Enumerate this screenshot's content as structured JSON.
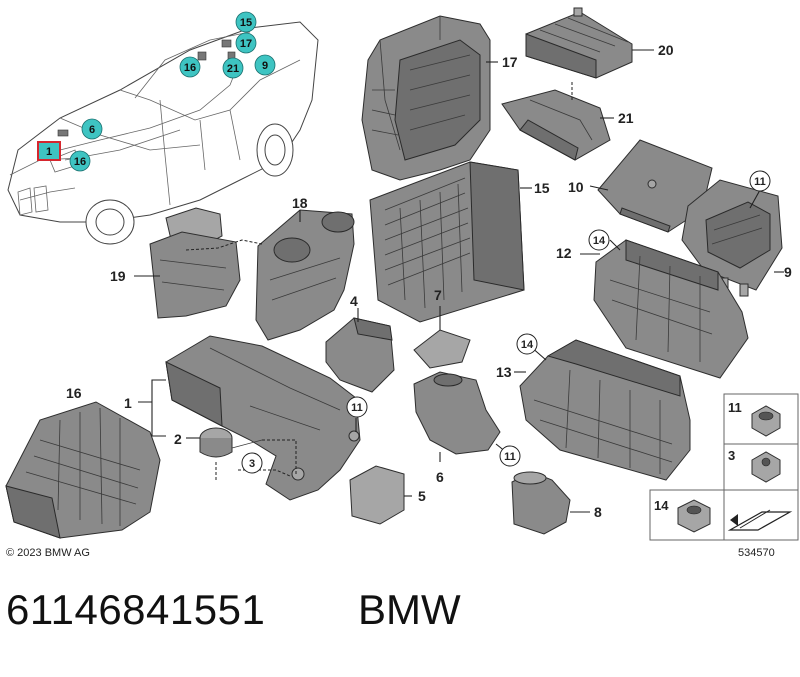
{
  "diagram": {
    "copyright": "© 2023 BMW AG",
    "image_number": "534570",
    "callouts": [
      "1",
      "2",
      "3",
      "4",
      "5",
      "6",
      "7",
      "8",
      "9",
      "10",
      "11",
      "12",
      "13",
      "14",
      "15",
      "16",
      "17",
      "18",
      "19",
      "20",
      "21"
    ],
    "car_badges": [
      "15",
      "17",
      "16",
      "21",
      "9",
      "6",
      "1",
      "16"
    ],
    "highlighted_badge": "1",
    "circled_refs": [
      "11",
      "14",
      "14",
      "11",
      "11",
      "3"
    ],
    "legend": [
      {
        "number": "11",
        "item": "hex-flange-nut"
      },
      {
        "number": "3",
        "item": "hex-bolt"
      },
      {
        "number": "14",
        "item": "hex-nut"
      }
    ],
    "colors": {
      "badge": "#3ec4c2",
      "highlight": "#d6262e",
      "part": "#8a8a8a"
    }
  },
  "footer": {
    "part_number": "61146841551",
    "brand": "BMW"
  }
}
